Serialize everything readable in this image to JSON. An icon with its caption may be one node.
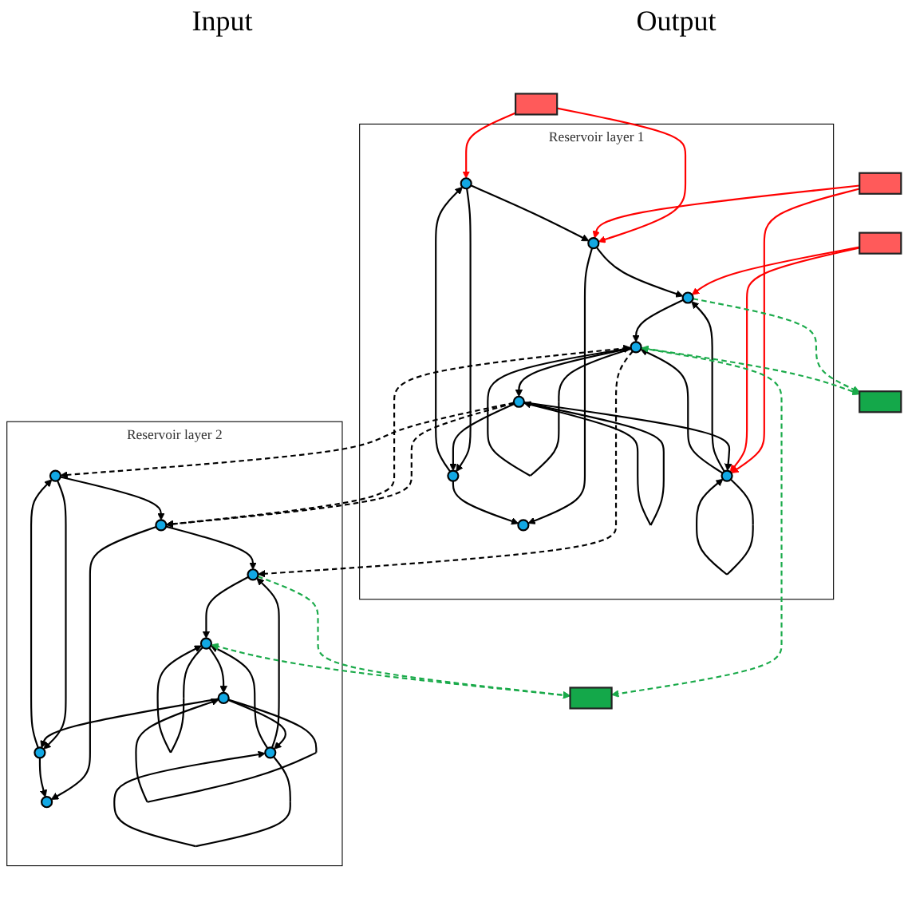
{
  "diagram": {
    "nodes": [
      {
        "text": [],
        "shape": "box"
      },
      {
        "text": [],
        "shape": "box"
      },
      {
        "text": [],
        "shape": "box"
      },
      {
        "text": [
          "Reservoir layer 1"
        ]
      },
      {
        "text": [],
        "shape": "circle",
        "in": 3
      },
      {
        "text": [],
        "shape": "circle",
        "in": 3
      },
      {
        "text": [],
        "shape": "circle",
        "in": 3
      },
      {
        "text": [],
        "shape": "circle",
        "in": 3
      },
      {
        "text": [],
        "shape": "circle",
        "in": 3
      },
      {
        "text": [],
        "shape": "circle",
        "in": 3
      },
      {
        "text": [],
        "shape": "circle",
        "in": 3
      },
      {
        "text": [],
        "shape": "circle",
        "in": 3
      },
      {
        "text": [],
        "shape": "box"
      },
      {
        "text": [],
        "shape": "box"
      },
      {
        "text": [
          "Reservoir layer 2"
        ]
      },
      {
        "text": [],
        "shape": "circle",
        "in": 14
      },
      {
        "text": [],
        "shape": "circle",
        "in": 14
      },
      {
        "text": [],
        "shape": "circle",
        "in": 14
      },
      {
        "text": [],
        "shape": "circle",
        "in": 14
      },
      {
        "text": [],
        "shape": "circle",
        "in": 14
      },
      {
        "text": [],
        "shape": "circle",
        "in": 14
      },
      {
        "text": [],
        "shape": "circle",
        "in": 14
      },
      {
        "text": [],
        "shape": "circle",
        "in": 14
      }
    ],
    "edges": [
      {
        "from": 0,
        "to": 4,
        "arrow": "to",
        "color": "#ff0000"
      },
      {
        "from": 0,
        "to": 5,
        "arrow": "to",
        "color": "#ff0000"
      },
      {
        "from": 1,
        "to": 5,
        "arrow": "to",
        "color": "#ff0000"
      },
      {
        "from": 1,
        "to": 7,
        "arrow": "to",
        "color": "#ff0000"
      },
      {
        "from": 2,
        "to": 7,
        "arrow": "to",
        "color": "#ff0000"
      },
      {
        "from": 2,
        "to": 8,
        "arrow": "to",
        "color": "#ff0000"
      },
      {
        "from": 4,
        "to": 5,
        "arrow": "to"
      },
      {
        "from": 5,
        "to": 6,
        "arrow": "to"
      },
      {
        "from": 5,
        "to": 8,
        "arrow": "to"
      },
      {
        "from": 9,
        "to": 4,
        "arrow": "to"
      },
      {
        "from": 4,
        "to": 9,
        "arrow": "to"
      },
      {
        "from": 9,
        "to": 6,
        "arrow": "to"
      },
      {
        "from": 7,
        "to": 7,
        "arrow": "to"
      },
      {
        "from": 7,
        "to": 8,
        "arrow": "to"
      },
      {
        "from": 8,
        "to": 10,
        "arrow": "to"
      },
      {
        "from": 11,
        "to": 7,
        "arrow": "to"
      },
      {
        "from": 7,
        "to": 10,
        "arrow": "to"
      },
      {
        "from": 11,
        "to": 11,
        "arrow": "to"
      },
      {
        "from": 11,
        "to": 9,
        "arrow": "to"
      },
      {
        "from": 10,
        "to": 11,
        "arrow": "to"
      },
      {
        "from": 10,
        "to": 10,
        "arrow": "to"
      },
      {
        "from": 8,
        "to": 12,
        "arrow": "to",
        "style": "dashed",
        "color": "#1aaa4a"
      },
      {
        "from": 10,
        "to": 12,
        "arrow": "both",
        "style": "dashed",
        "color": "#1aaa4a"
      },
      {
        "from": 10,
        "to": 13,
        "arrow": "to",
        "style": "dashed",
        "color": "#1aaa4a"
      },
      {
        "from": 11,
        "to": 15,
        "arrow": "to",
        "style": "dashed"
      },
      {
        "from": 11,
        "to": 16,
        "arrow": "to",
        "style": "dashed"
      },
      {
        "from": 10,
        "to": 16,
        "arrow": "both",
        "style": "dashed"
      },
      {
        "from": 10,
        "to": 19,
        "arrow": "to",
        "style": "dashed"
      },
      {
        "from": 15,
        "to": 16,
        "arrow": "to"
      },
      {
        "from": 16,
        "to": 17,
        "arrow": "to"
      },
      {
        "from": 16,
        "to": 19,
        "arrow": "to"
      },
      {
        "from": 20,
        "to": 15,
        "arrow": "to"
      },
      {
        "from": 15,
        "to": 20,
        "arrow": "to"
      },
      {
        "from": 20,
        "to": 17,
        "arrow": "to"
      },
      {
        "from": 18,
        "to": 18,
        "arrow": "to"
      },
      {
        "from": 18,
        "to": 19,
        "arrow": "to"
      },
      {
        "from": 19,
        "to": 21,
        "arrow": "to"
      },
      {
        "from": 22,
        "to": 18,
        "arrow": "to"
      },
      {
        "from": 18,
        "to": 21,
        "arrow": "to"
      },
      {
        "from": 22,
        "to": 22,
        "arrow": "to"
      },
      {
        "from": 22,
        "to": 20,
        "arrow": "to"
      },
      {
        "from": 21,
        "to": 22,
        "arrow": "to"
      },
      {
        "from": 21,
        "to": 21,
        "arrow": "to"
      },
      {
        "from": 19,
        "to": 13,
        "arrow": "to",
        "style": "dashed",
        "color": "#1aaa4a"
      },
      {
        "from": 21,
        "to": 13,
        "arrow": "both",
        "style": "dashed",
        "color": "#1aaa4a"
      }
    ],
    "labels": [
      "Input",
      "Output"
    ]
  }
}
